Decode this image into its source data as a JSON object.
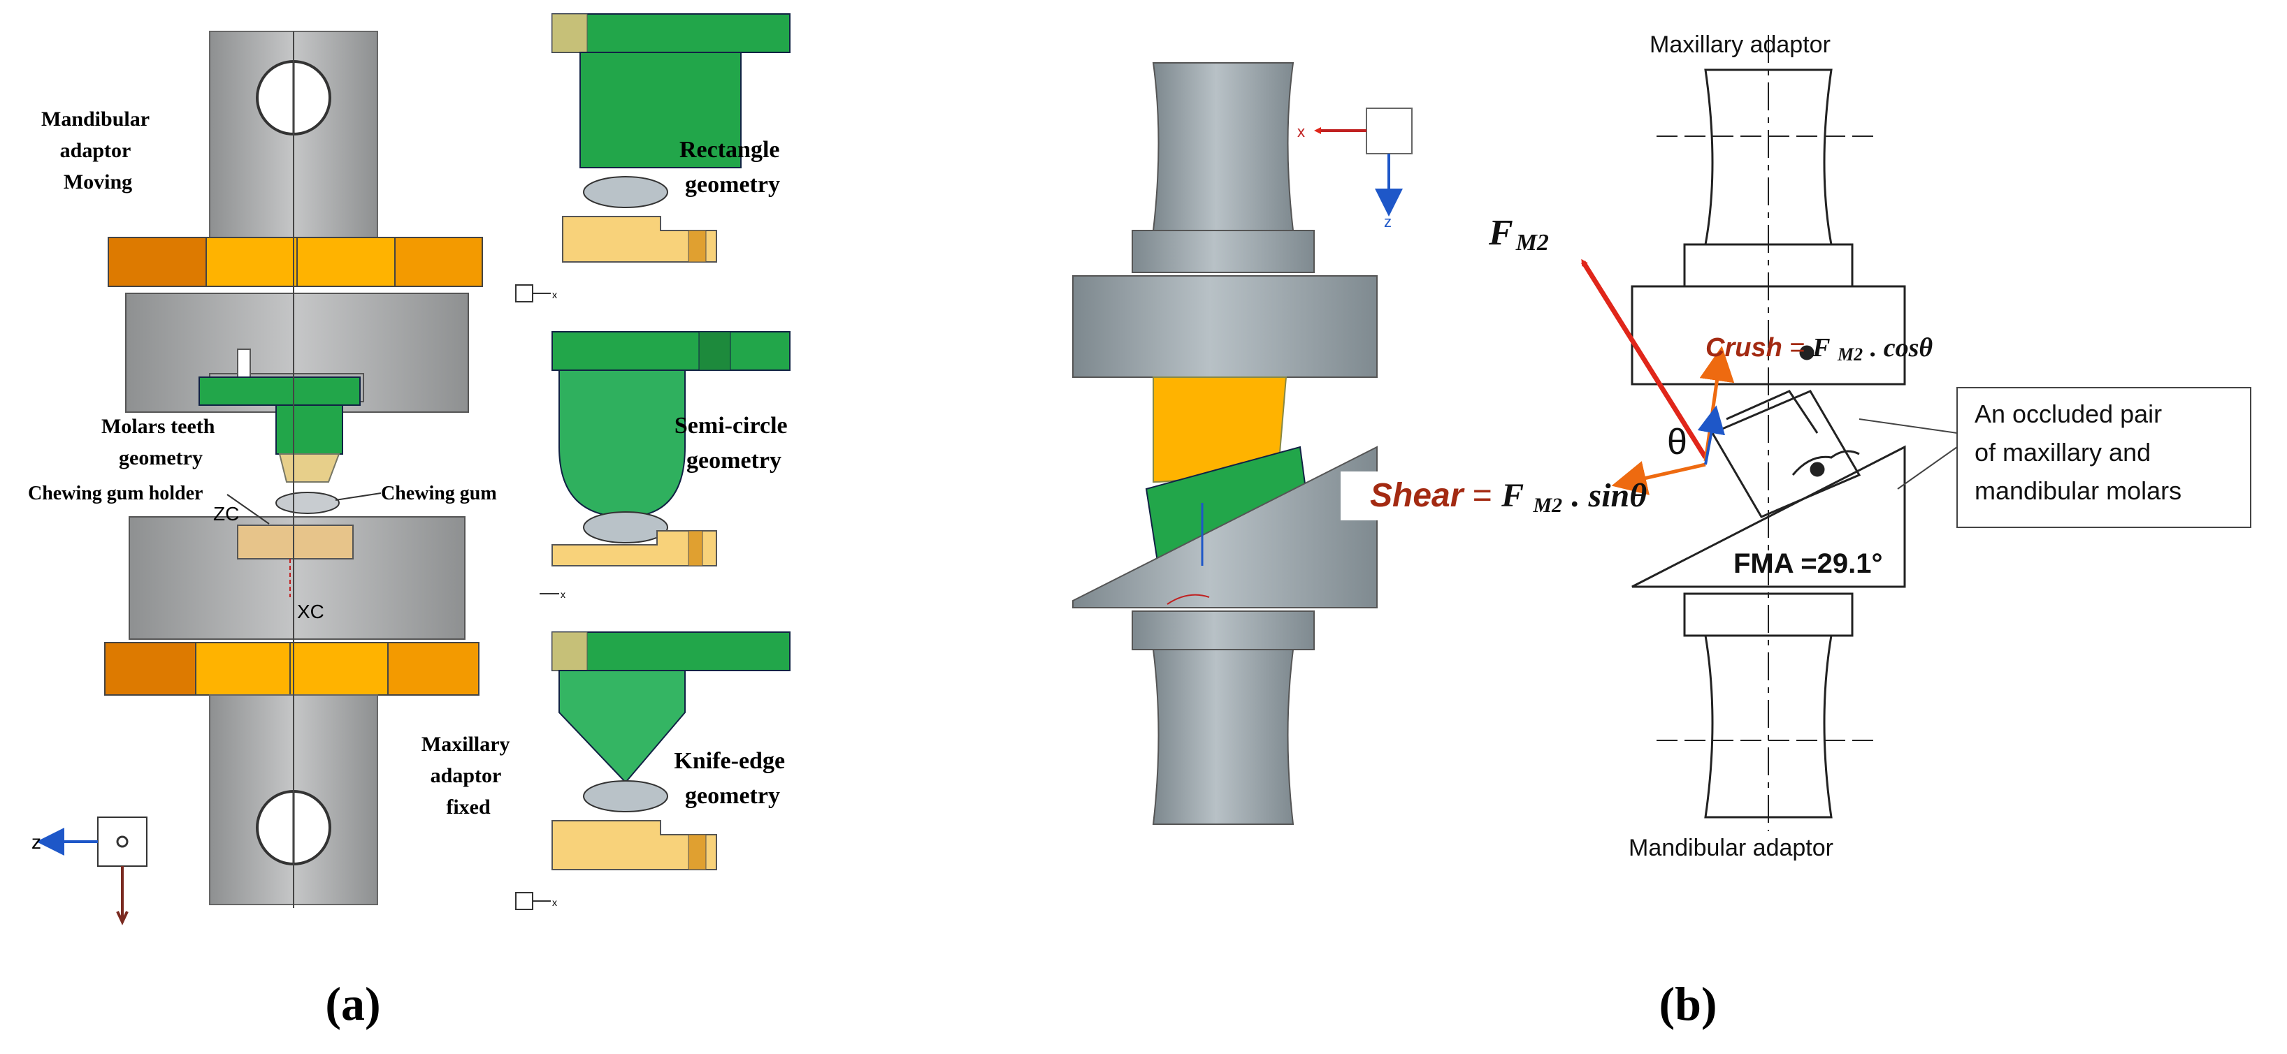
{
  "panel_a": {
    "caption": "(a)",
    "mandibular_adaptor": [
      "Mandibular",
      "adaptor",
      "Moving"
    ],
    "maxillary_adaptor": [
      "Maxillary",
      "adaptor",
      "fixed"
    ],
    "molars_teeth": [
      "Molars teeth",
      "geometry"
    ],
    "gum_holder": "Chewing gum holder",
    "chewing_gum": "Chewing gum",
    "zc": "ZC",
    "xc": "XC",
    "axis_z": "z",
    "axis_x": "x",
    "rectangle": [
      "Rectangle",
      "geometry"
    ],
    "semicircle": [
      "Semi-circle",
      "geometry"
    ],
    "knife": [
      "Knife-edge",
      "geometry"
    ]
  },
  "panel_b": {
    "caption": "(b)",
    "axis_x": "x",
    "axis_z": "z",
    "maxillary_adaptor": "Maxillary adaptor",
    "mandibular_adaptor": "Mandibular adaptor",
    "fm2_main": "F",
    "fm2_sub": "M2",
    "crush_word": "Crush",
    "crush_eq": "= ",
    "crush_f": "F",
    "crush_sub": "M2",
    "crush_trig": ". cosθ",
    "shear_word": "Shear",
    "shear_eq": " =  ",
    "shear_f": "F",
    "shear_sub": "M2",
    "shear_trig": ". sinθ",
    "theta": "θ",
    "fma": "FMA =29.1°",
    "callout": [
      "An occluded pair",
      "of maxillary and",
      "mandibular molars"
    ]
  },
  "colors": {
    "steel": "#a9aaab",
    "steel_dark": "#7f8182",
    "orange": "#ffb300",
    "orange_dark": "#dd7a00",
    "green": "#22a64a",
    "green_dark": "#16803a",
    "gum": "#f8d27a",
    "cad_steel": "#9aa5ab",
    "force_red": "#e0261a",
    "label_red": "#a32a12"
  }
}
